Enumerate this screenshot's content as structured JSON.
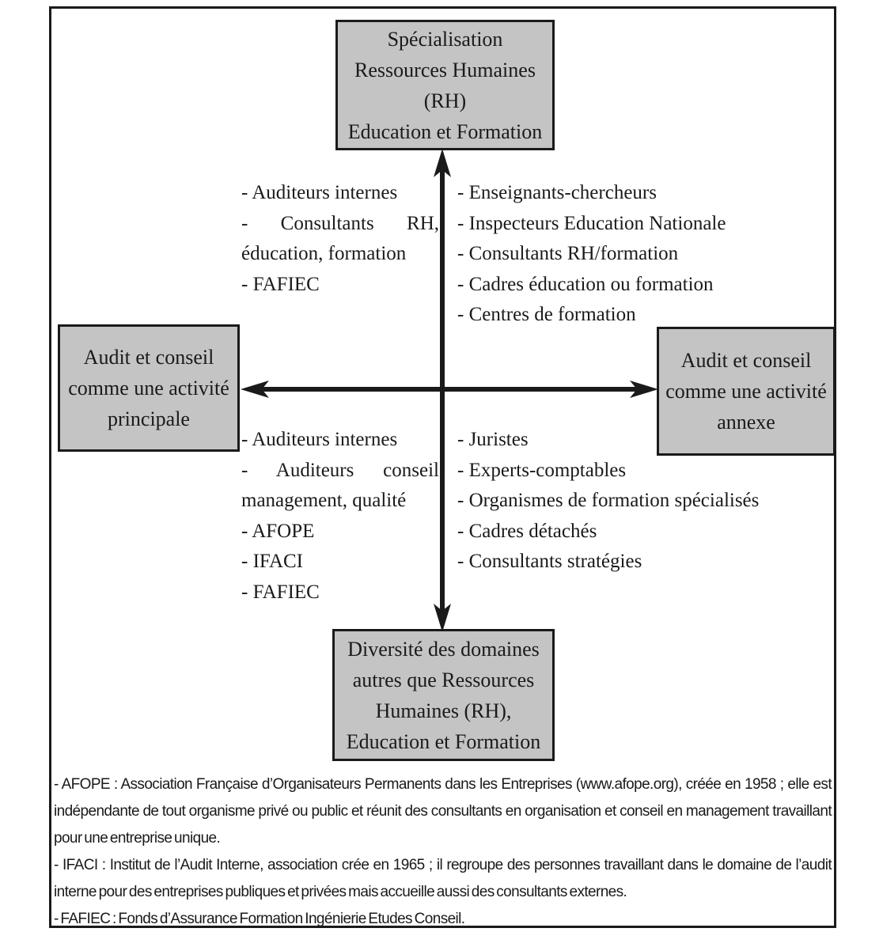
{
  "figure": {
    "boxes": {
      "top": {
        "lines": [
          "Spécialisation",
          "Ressources Humaines",
          "(RH)",
          "Education et Formation"
        ]
      },
      "left": {
        "lines": [
          "Audit et conseil",
          "comme une activité",
          "principale"
        ]
      },
      "right": {
        "lines": [
          "Audit et conseil",
          "comme une activité",
          "annexe"
        ]
      },
      "bottom": {
        "lines": [
          "Diversité des domaines",
          "autres que Ressources",
          "Humaines (RH),",
          "Education et Formation"
        ]
      }
    },
    "quadrants": {
      "top_left": {
        "items": [
          "- Auditeurs internes",
          "- Consultants RH, éducation, formation",
          "- FAFIEC"
        ]
      },
      "top_right": {
        "items": [
          "- Enseignants-chercheurs",
          "- Inspecteurs Education Nationale",
          "- Consultants RH/formation",
          "- Cadres éducation ou formation",
          "- Centres de formation"
        ]
      },
      "bottom_left": {
        "items": [
          "- Auditeurs internes",
          "- Auditeurs conseil management, qualité",
          "- AFOPE",
          "- IFACI",
          "- FAFIEC"
        ]
      },
      "bottom_right": {
        "items": [
          "- Juristes",
          "- Experts-comptables",
          "- Organismes de formation spécialisés",
          "- Cadres détachés",
          "- Consultants stratégies"
        ]
      }
    },
    "footnotes": [
      "- AFOPE : Association Française d’Organisateurs Permanents dans les Entreprises (www.afope.org), créée en 1958 ; elle est indépendante de tout organisme privé ou public et réunit des consultants en organisation et conseil en management travaillant pour une entreprise unique.",
      "- IFACI : Institut de l’Audit Interne, association crée en 1965 ; il regroupe des personnes travaillant dans le domaine de l’audit interne pour des entreprises publiques et privées mais accueille aussi des consultants externes.",
      "- FAFIEC : Fonds d’Assurance Formation Ingénierie Etudes Conseil."
    ],
    "colors": {
      "box_fill": "#c4c4c4",
      "line": "#1a1a1a"
    }
  }
}
